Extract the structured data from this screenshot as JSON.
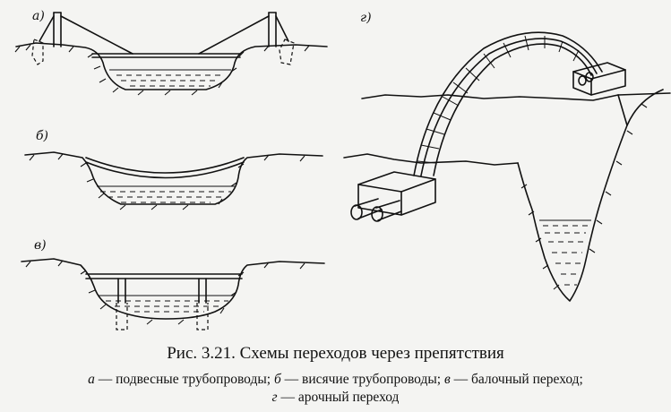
{
  "panels": {
    "a": "а)",
    "b": "б)",
    "v": "в)",
    "g": "г)"
  },
  "caption": {
    "title": "Рис. 3.21. Схемы переходов через препятствия",
    "legend": [
      {
        "key": "а",
        "text": " — подвесные трубопроводы; "
      },
      {
        "key": "б",
        "text": " — висячие трубопроводы; "
      },
      {
        "key": "в",
        "text": " — балочный переход;"
      },
      {
        "key": "г",
        "text": " — арочный переход"
      }
    ]
  }
}
